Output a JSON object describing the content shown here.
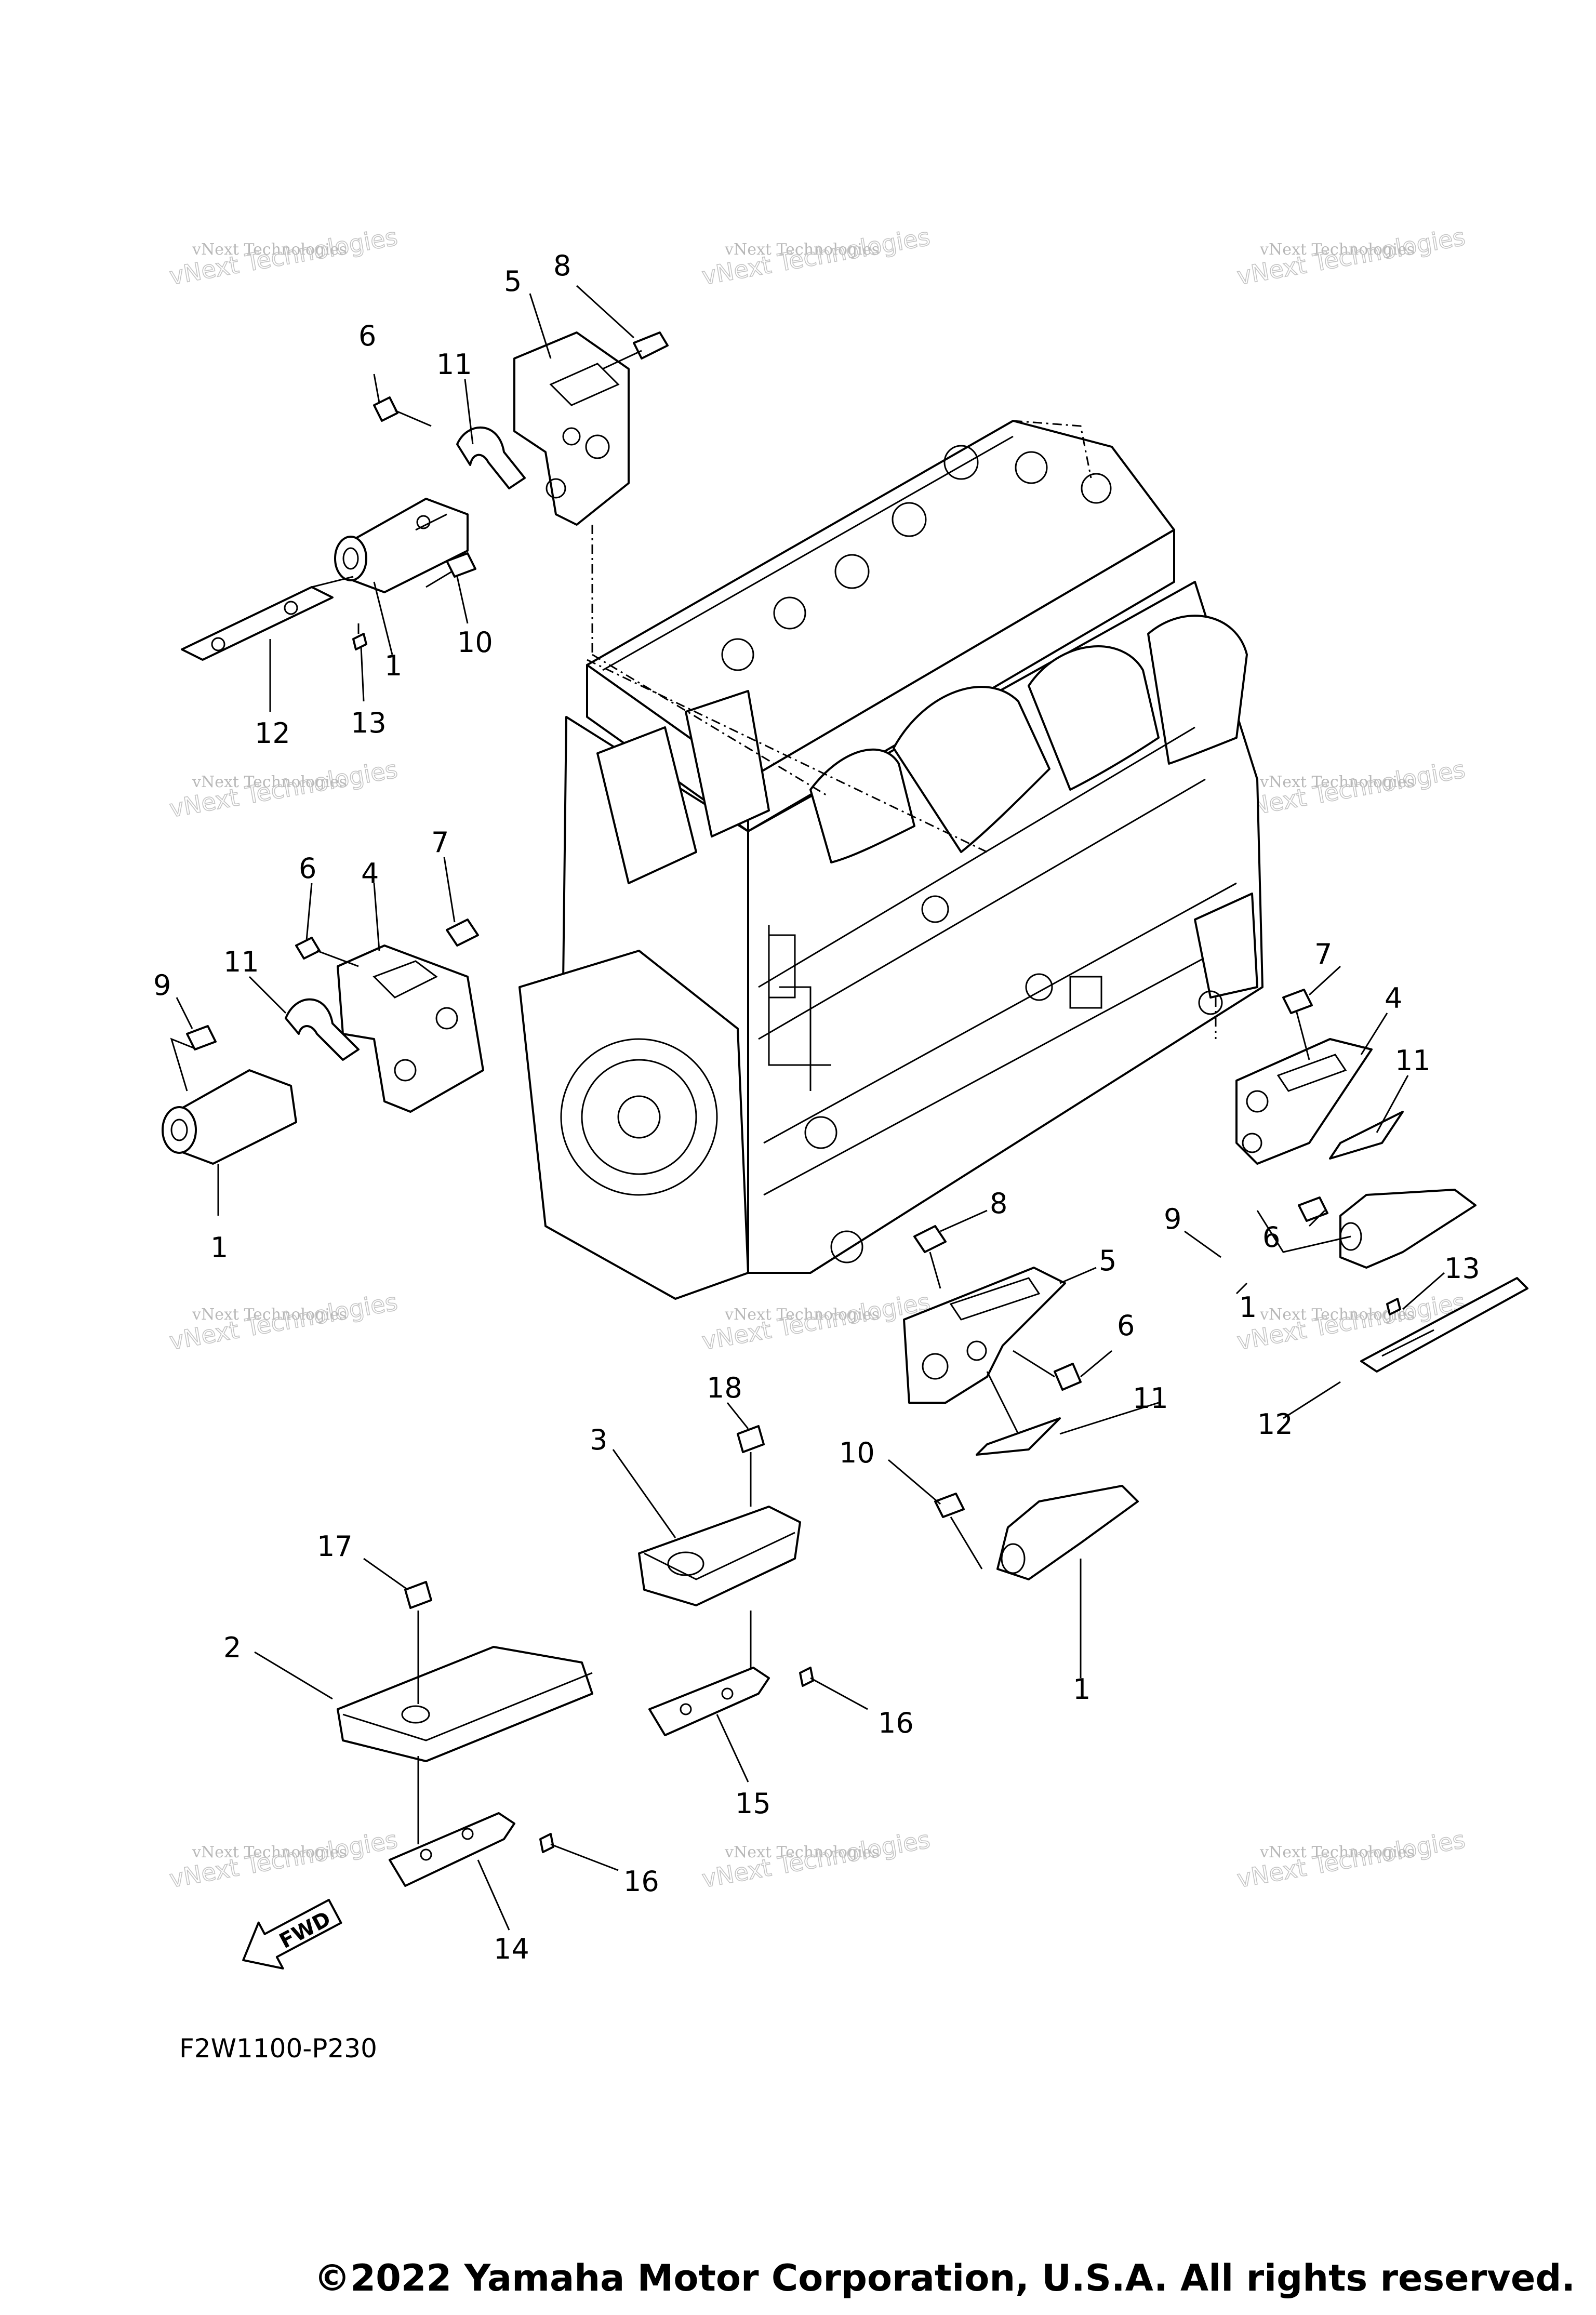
{
  "diagram": {
    "part_numbers": [
      "1",
      "1",
      "1",
      "1",
      "2",
      "3",
      "4",
      "4",
      "5",
      "5",
      "6",
      "6",
      "6",
      "6",
      "7",
      "7",
      "8",
      "8",
      "9",
      "9",
      "10",
      "10",
      "11",
      "11",
      "11",
      "11",
      "12",
      "12",
      "13",
      "13",
      "14",
      "15",
      "16",
      "16",
      "17",
      "18"
    ],
    "figure_code": "F2W1100-P230",
    "fwd_label": "FWD",
    "watermark_line1": "vNext Technologies",
    "watermark_line2": "vNext Technologies"
  },
  "footer": {
    "copyright": "©2022 Yamaha Motor Corporation, U.S.A. All rights reserved."
  }
}
